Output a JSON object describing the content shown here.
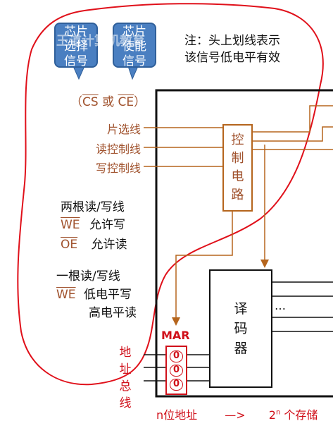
{
  "watermark": "王道计算机教育",
  "bubbles": {
    "chip_select": [
      "芯片",
      "选择",
      "信号"
    ],
    "chip_enable": [
      "芯片",
      "使能",
      "信号"
    ]
  },
  "note": {
    "line1": "注：头上划线表示",
    "line2": "该信号低电平有效"
  },
  "cs_ce": {
    "open": "（",
    "cs": "CS",
    "or": " 或 ",
    "ce": "CE",
    "close": "）"
  },
  "signals": [
    "片选线",
    "读控制线",
    "写控制线"
  ],
  "control_circuit": [
    "控",
    "制",
    "电",
    "路"
  ],
  "two_lines": {
    "title": "两根读/写线",
    "we": "WE",
    "we_desc": "允许写",
    "oe": "OE",
    "oe_desc": "允许读"
  },
  "one_line": {
    "title": "一根读/写线",
    "we": "WE",
    "low": "低电平写",
    "high": "高电平读"
  },
  "decoder": [
    "译",
    "码",
    "器"
  ],
  "mar": {
    "label": "MAR",
    "bits": [
      "0",
      "0",
      "0"
    ]
  },
  "address_bus": [
    "地",
    "址",
    "总",
    "线"
  ],
  "dots": "…",
  "bottom": {
    "left": "n位地址",
    "arrow": "—>",
    "right_base": "2",
    "right_exp": "n",
    "right_tail": " 个存储"
  },
  "colors": {
    "bubble": "#4a7fc1",
    "brown": "#a0522d",
    "red": "#d0101a"
  }
}
